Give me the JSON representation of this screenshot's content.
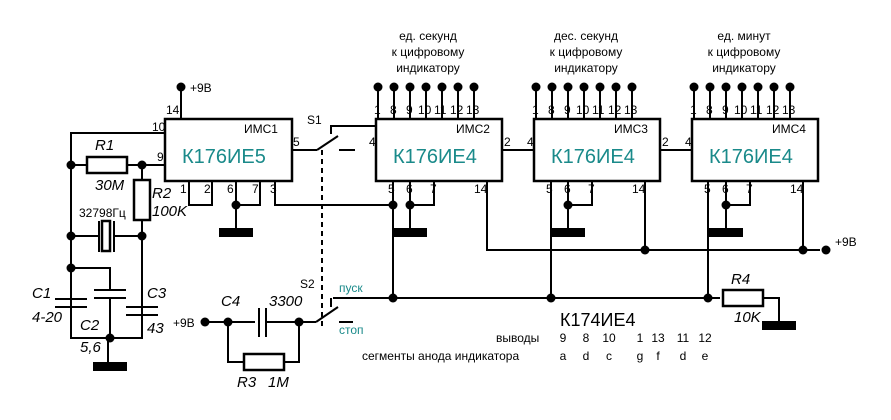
{
  "power": {
    "label": "+9В"
  },
  "chips": [
    {
      "id": "IMS1",
      "name": "ИМС1",
      "type": "К176ИЕ5"
    },
    {
      "id": "IMS2",
      "name": "ИМС2",
      "type": "К176ИЕ4"
    },
    {
      "id": "IMS3",
      "name": "ИМС3",
      "type": "К176ИЕ4"
    },
    {
      "id": "IMS4",
      "name": "ИМС4",
      "type": "К176ИЕ4"
    }
  ],
  "ims1_pins": {
    "p14": "14",
    "p10": "10",
    "p9": "9",
    "p5": "5",
    "p1": "1",
    "p2": "2",
    "p6": "6",
    "p7": "7",
    "p3": "3"
  },
  "counter_pins": {
    "top": [
      "1",
      "8",
      "9",
      "10",
      "11",
      "12",
      "13"
    ],
    "p4": "4",
    "p2": "2",
    "p5": "5",
    "p6": "6",
    "p7": "7",
    "p14": "14"
  },
  "indicator_captions": [
    {
      "line1": "ед. секунд",
      "line2": "к цифровому",
      "line3": "индикатору"
    },
    {
      "line1": "дес. секунд",
      "line2": "к цифровому",
      "line3": "индикатору"
    },
    {
      "line1": "ед. минут",
      "line2": "к цифровому",
      "line3": "индикатору"
    }
  ],
  "components": {
    "R1": {
      "name": "R1",
      "value": "30M"
    },
    "R2": {
      "name": "R2",
      "value": "100K"
    },
    "R3": {
      "name": "R3",
      "value": "1M"
    },
    "R4": {
      "name": "R4",
      "value": "10K"
    },
    "C1": {
      "name": "C1",
      "value": "4-20"
    },
    "C2": {
      "name": "C2",
      "value": "5,6"
    },
    "C3": {
      "name": "C3",
      "value": "43"
    },
    "C4": {
      "name": "C4",
      "value": "3300"
    },
    "XTAL": {
      "value": "32798Гц"
    },
    "S1": {
      "name": "S1"
    },
    "S2": {
      "name": "S2",
      "on": "пуск",
      "off": "стоп"
    }
  },
  "table": {
    "title": "К174ИЕ4",
    "row1_label": "выводы",
    "row2_label": "сегменты анода  индикатора",
    "pins": [
      "9",
      "8",
      "10",
      "1",
      "13",
      "11",
      "12"
    ],
    "segments": [
      "a",
      "d",
      "c",
      "g",
      "f",
      "d",
      "e"
    ]
  }
}
